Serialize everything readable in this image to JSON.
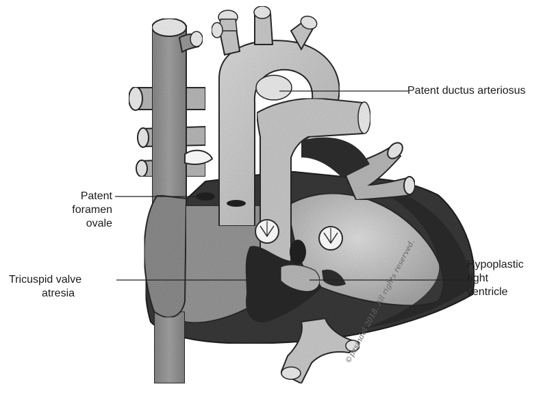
{
  "labels": {
    "pda": "Patent ductus arteriosus",
    "pfo": [
      "Patent",
      "foramen",
      "ovale"
    ],
    "tricuspid": [
      "Tricuspid valve",
      "atresia"
    ],
    "hypoplastic": [
      "Hypoplastic",
      "right",
      "ventricle"
    ]
  },
  "copyright": "©pzsindel 2018. All rights reserved.",
  "colors": {
    "heart_light": "#c9c9c9",
    "heart_mid": "#a3a3a3",
    "heart_dark": "#7b7b7b",
    "chamber_dark": "#2e2e2e",
    "outline": "#2a2a2a",
    "leader_line": "#222222"
  }
}
